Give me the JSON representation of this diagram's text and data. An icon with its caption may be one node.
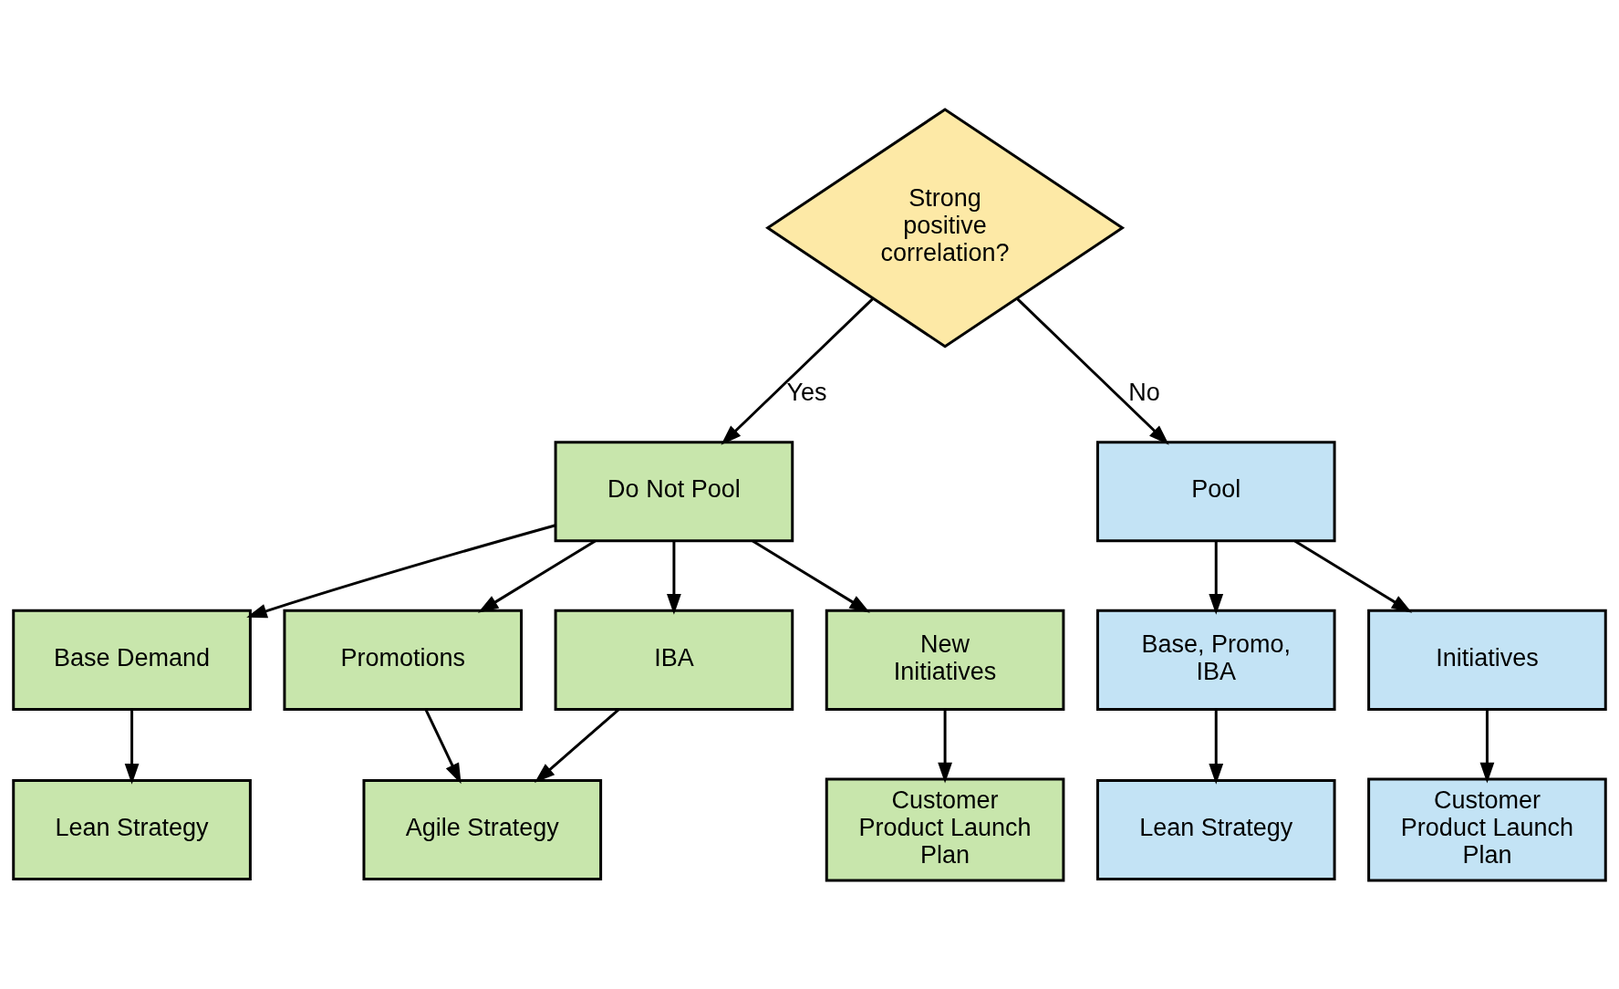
{
  "diagram": {
    "nodes": [
      {
        "text": [
          "Strong positive correlation?"
        ]
      },
      {
        "text": [
          "Do Not Pool"
        ]
      },
      {
        "text": [
          "Pool"
        ]
      },
      {
        "text": [
          "Base Demand"
        ]
      },
      {
        "text": [
          "Promotions"
        ]
      },
      {
        "text": [
          "IBA"
        ]
      },
      {
        "text": [
          "New Initiatives"
        ]
      },
      {
        "text": [
          "Base, Promo, IBA"
        ]
      },
      {
        "text": [
          "Initiatives"
        ]
      },
      {
        "text": [
          "Lean Strategy"
        ]
      },
      {
        "text": [
          "Agile Strategy"
        ]
      },
      {
        "text": [
          "Customer Product Launch Plan"
        ]
      },
      {
        "text": [
          "Lean Strategy"
        ]
      },
      {
        "text": [
          "Customer Product Launch Plan"
        ]
      }
    ],
    "edges": [
      {
        "from": 0,
        "to": 1,
        "arrow": "to",
        "label": "Yes"
      },
      {
        "from": 0,
        "to": 2,
        "arrow": "to",
        "label": "No"
      },
      {
        "from": 1,
        "to": 3,
        "arrow": "to"
      },
      {
        "from": 1,
        "to": 4,
        "arrow": "to"
      },
      {
        "from": 1,
        "to": 5,
        "arrow": "to"
      },
      {
        "from": 1,
        "to": 6,
        "arrow": "to"
      },
      {
        "from": 2,
        "to": 7,
        "arrow": "to"
      },
      {
        "from": 2,
        "to": 8,
        "arrow": "to"
      },
      {
        "from": 3,
        "to": 9,
        "arrow": "to"
      },
      {
        "from": 4,
        "to": 10,
        "arrow": "to"
      },
      {
        "from": 5,
        "to": 10,
        "arrow": "to"
      },
      {
        "from": 6,
        "to": 11,
        "arrow": "to"
      },
      {
        "from": 7,
        "to": 12,
        "arrow": "to"
      },
      {
        "from": 8,
        "to": 13,
        "arrow": "to"
      }
    ]
  }
}
